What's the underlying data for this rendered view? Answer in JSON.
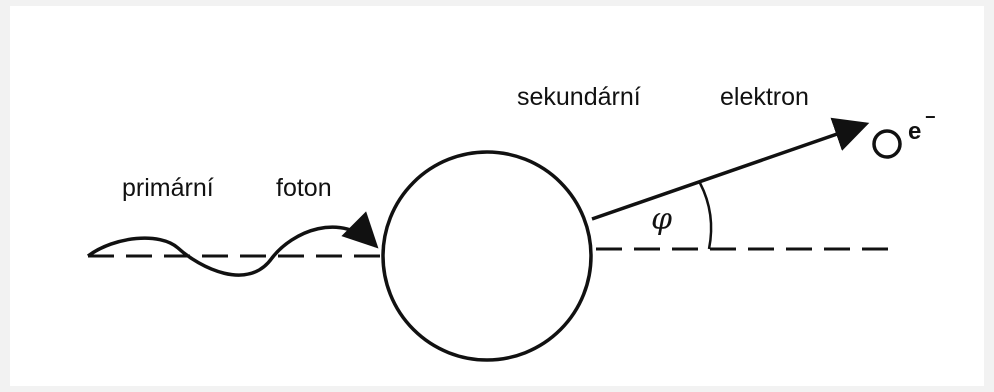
{
  "labels": {
    "incoming_photon_word1": "primární",
    "incoming_photon_word2": "foton",
    "outgoing_electron_word1": "sekundární",
    "outgoing_electron_word2": "elektron",
    "angle_symbol": "φ",
    "electron_symbol": "e",
    "electron_charge": "−"
  }
}
